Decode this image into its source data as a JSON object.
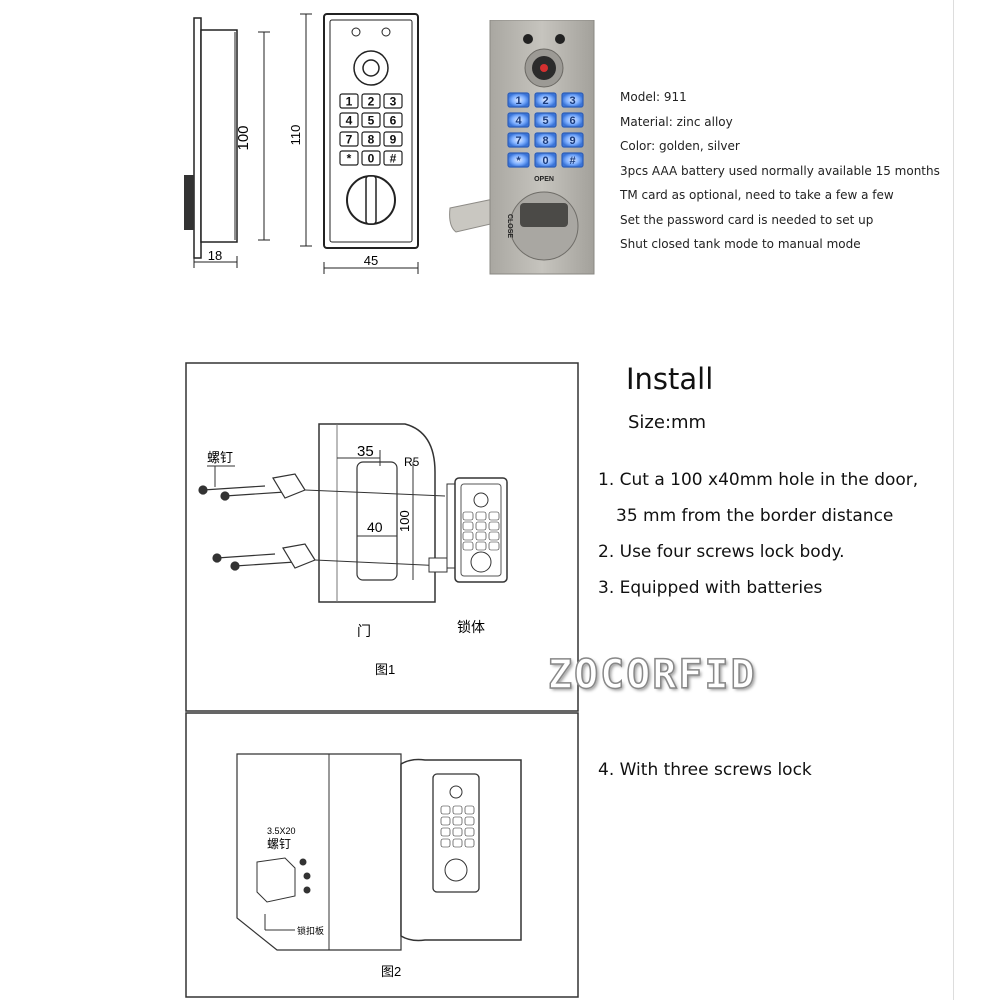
{
  "dimensions": {
    "height_body": "100",
    "height_face": "110",
    "depth": "18",
    "width": "45"
  },
  "keypad_keys": [
    "1",
    "2",
    "3",
    "4",
    "5",
    "6",
    "7",
    "8",
    "9",
    "*",
    "0",
    "#"
  ],
  "photo": {
    "open_label": "OPEN",
    "close_label": "CLOSE",
    "key_glow_color": "#4a8fff",
    "metal_color": "#b5b3ad"
  },
  "specs": [
    "Model: 911",
    "Material: zinc alloy",
    "Color: golden, silver",
    "3pcs AAA battery used normally available 15 months",
    "TM card as optional, need to take a few a few",
    "Set the password card is needed to set up",
    "Shut closed tank mode to manual mode"
  ],
  "install": {
    "title": "Install",
    "size_label": "Size:mm",
    "steps": [
      "1. Cut a 100 x40mm hole in the door,",
      "35 mm from the border distance",
      "2. Use four screws lock body.",
      "3. Equipped with batteries",
      "4. With three screws lock"
    ]
  },
  "figure1": {
    "screw_label": "螺钉",
    "dim_35": "35",
    "dim_r5": "R5",
    "dim_40": "40",
    "dim_100": "100",
    "door_label": "门",
    "body_label": "锁体",
    "caption": "图1"
  },
  "figure2": {
    "screw_size": "3.5X20",
    "screw_label": "螺钉",
    "plate_label": "锁扣板",
    "caption": "图2"
  },
  "watermark": "ZOCORFID"
}
